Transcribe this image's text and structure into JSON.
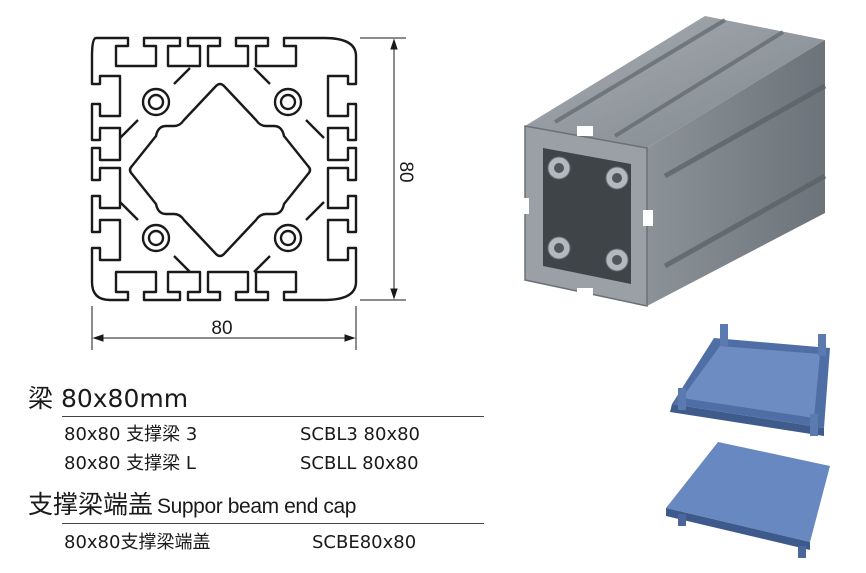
{
  "drawing": {
    "dim_width": "80",
    "dim_height": "80"
  },
  "section_beam": {
    "title": "梁 80x80mm",
    "rows": [
      {
        "name": "80x80 支撑梁 3",
        "code": "SCBL3 80x80"
      },
      {
        "name": "80x80 支撑梁 L",
        "code": "SCBLL 80x80"
      }
    ]
  },
  "section_cap": {
    "title": "支撑梁端盖",
    "subtitle": "Suppor beam end cap",
    "rows": [
      {
        "name": "80x80支撑梁端盖",
        "code": "SCBE80x80"
      }
    ]
  },
  "colors": {
    "outline": "#1a1a1a",
    "aluminum": "#8d9399",
    "cap_blue": "#5f7fb4"
  }
}
